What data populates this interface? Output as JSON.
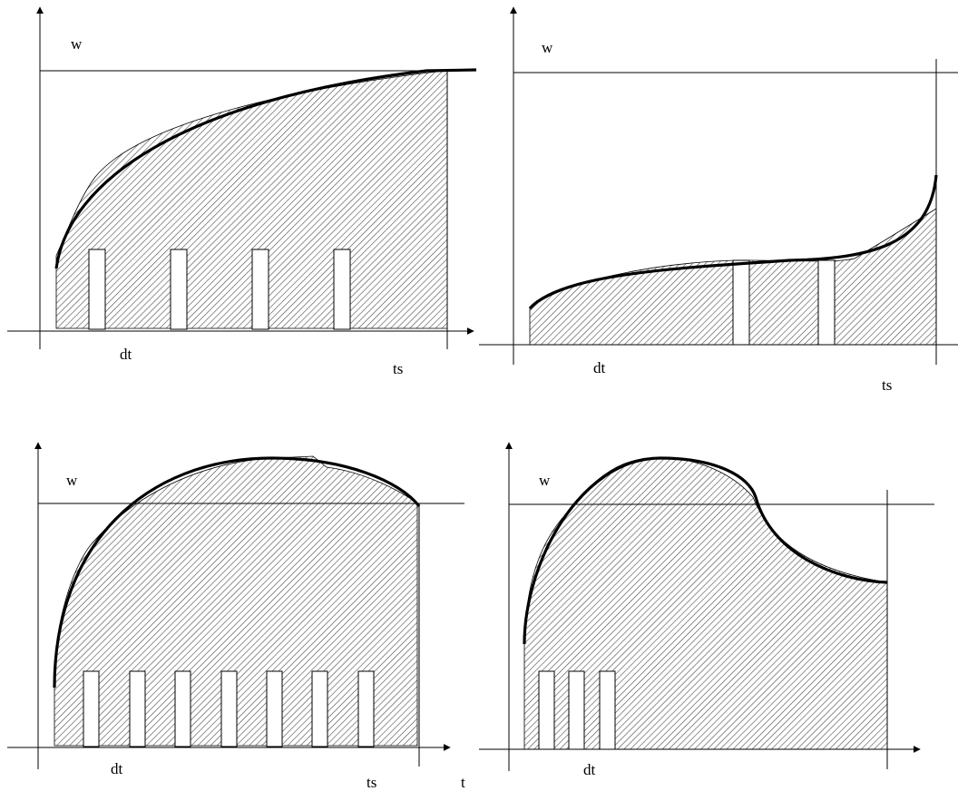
{
  "colors": {
    "stroke": "#000000",
    "hatch": "#4a4a4a",
    "background": "#ffffff"
  },
  "panels": [
    {
      "id": "top-left",
      "labels": {
        "w": "w",
        "dt": "dt",
        "ts": "ts"
      }
    },
    {
      "id": "top-right",
      "labels": {
        "w": "w",
        "dt": "dt",
        "ts": "ts"
      }
    },
    {
      "id": "bottom-left",
      "labels": {
        "w": "w",
        "dt": "dt",
        "ts": "ts",
        "t": "t"
      }
    },
    {
      "id": "bottom-right",
      "labels": {
        "w": "w",
        "dt": "dt"
      }
    }
  ]
}
